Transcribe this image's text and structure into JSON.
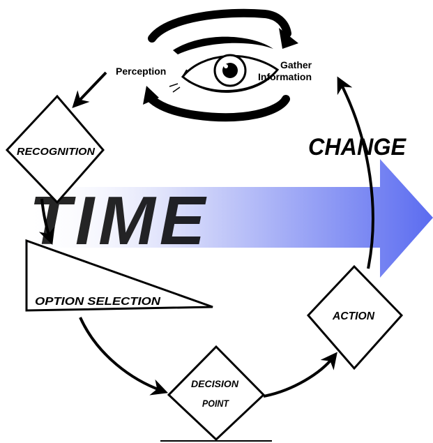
{
  "labels": {
    "perception": "Perception",
    "gather_line1": "Gather",
    "gather_line2": "Information",
    "recognition": "RECOGNITION",
    "time": "TIME",
    "change": "CHANGE",
    "option_selection": "OPTION SELECTION",
    "decision_line1": "DECISION",
    "decision_line2": "POINT",
    "action": "ACTION"
  },
  "colors": {
    "time_arrow_start": "#ffffff",
    "time_arrow_end": "#5b6cf0",
    "time_text": "#8a8a8a",
    "stroke": "#000000"
  }
}
